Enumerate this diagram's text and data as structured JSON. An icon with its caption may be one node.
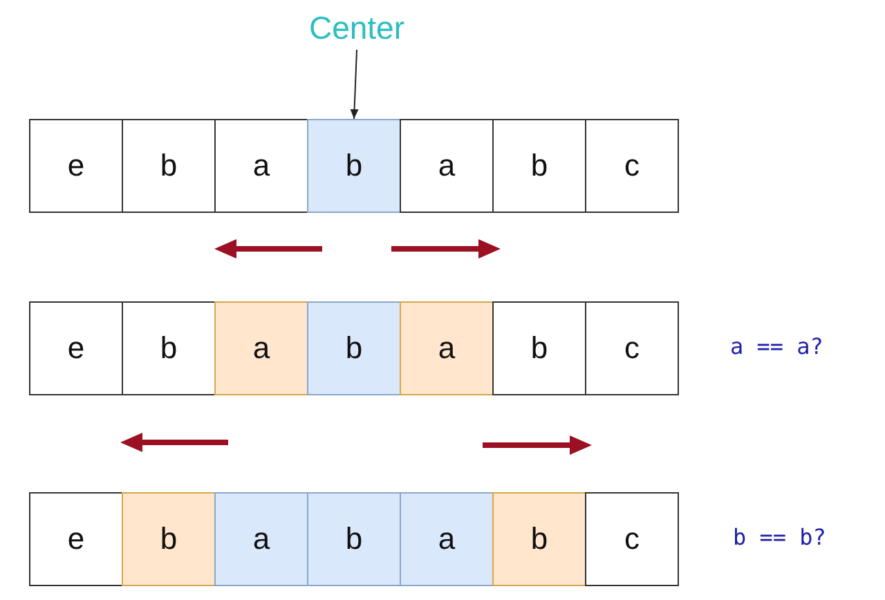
{
  "diagram": {
    "nodes": [
      {
        "text": [
          "Center"
        ]
      },
      {
        "text": [
          "e"
        ]
      },
      {
        "text": [
          "b"
        ]
      },
      {
        "text": [
          "a"
        ]
      },
      {
        "text": [
          "b"
        ]
      },
      {
        "text": [
          "a"
        ]
      },
      {
        "text": [
          "b"
        ]
      },
      {
        "text": [
          "c"
        ]
      },
      {
        "text": [
          "e"
        ]
      },
      {
        "text": [
          "b"
        ]
      },
      {
        "text": [
          "a"
        ]
      },
      {
        "text": [
          "b"
        ]
      },
      {
        "text": [
          "a"
        ]
      },
      {
        "text": [
          "b"
        ]
      },
      {
        "text": [
          "c"
        ]
      },
      {
        "text": [
          "e"
        ]
      },
      {
        "text": [
          "b"
        ]
      },
      {
        "text": [
          "a"
        ]
      },
      {
        "text": [
          "b"
        ]
      },
      {
        "text": [
          "a"
        ]
      },
      {
        "text": [
          "b"
        ]
      },
      {
        "text": [
          "c"
        ]
      }
    ],
    "edges": [
      {
        "from": 0,
        "to": 4,
        "arrow": "to"
      }
    ],
    "labels": [
      "a == a?",
      "b == b?"
    ]
  }
}
